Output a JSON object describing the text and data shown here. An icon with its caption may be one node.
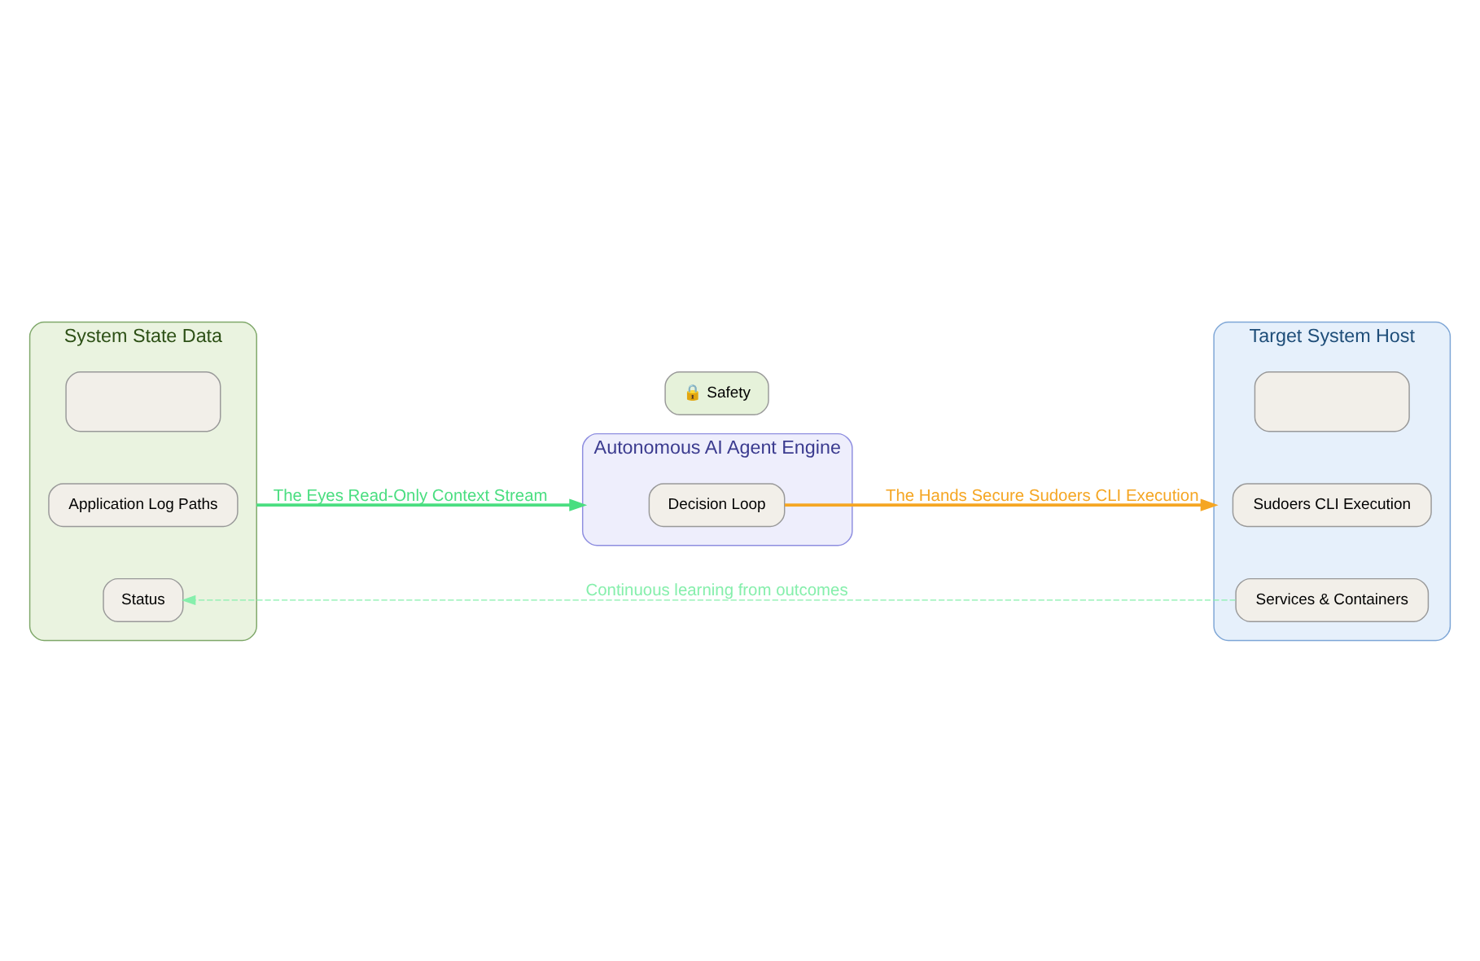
{
  "diagram": {
    "nodes": [
      {
        "text": [
          "System State Data"
        ]
      },
      {
        "text": [],
        "shape": "box",
        "in": 0
      },
      {
        "text": [
          "Application Log Paths"
        ],
        "in": 0
      },
      {
        "text": [
          "Status"
        ],
        "in": 0
      },
      {
        "text": [
          "Autonomous AI Agent Engine"
        ]
      },
      {
        "text": [
          "Decision Loop"
        ],
        "in": 4
      },
      {
        "text": [
          "🔒 Safety"
        ]
      },
      {
        "text": [
          "Target System Host"
        ]
      },
      {
        "text": [],
        "shape": "box",
        "in": 7
      },
      {
        "text": [
          "Sudoers CLI Execution"
        ],
        "in": 7
      },
      {
        "text": [
          "Services & Containers"
        ],
        "in": 7
      }
    ],
    "edges": [
      {
        "from": 0,
        "to": 4,
        "arrow": "to",
        "label": "The Eyes Read-Only Context Stream",
        "color": "#4ade80"
      },
      {
        "from": 5,
        "to": 7,
        "arrow": "to",
        "label": "The Hands Secure Sudoers CLI Execution",
        "color": "#f5a623"
      },
      {
        "from": 10,
        "to": 3,
        "arrow": "to",
        "label": "Continuous learning from outcomes",
        "style": "dashed",
        "color": "#86efac"
      }
    ]
  }
}
